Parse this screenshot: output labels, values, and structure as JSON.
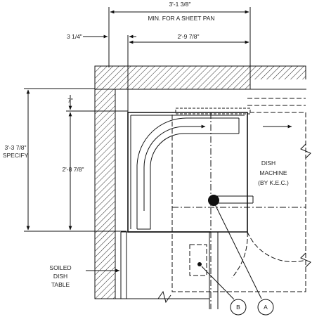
{
  "dimensions": {
    "top_width": "3'-1 3/8\"",
    "top_note": "MIN. FOR A SHEET PAN",
    "left_offset": "3 1/4\"",
    "inner_width": "2'-9 7/8\"",
    "small_vertical": "7\"",
    "inner_height": "2'-8 7/8\"",
    "overall_height": "3'-3 7/8\"",
    "overall_height_note": "SPECIFY"
  },
  "labels": {
    "dish_machine_line1": "DISH",
    "dish_machine_line2": "MACHINE",
    "dish_machine_line3": "(BY K.E.C.)",
    "soiled_line1": "SOILED",
    "soiled_line2": "DISH",
    "soiled_line3": "TABLE",
    "callout_a": "A",
    "callout_b": "B"
  }
}
